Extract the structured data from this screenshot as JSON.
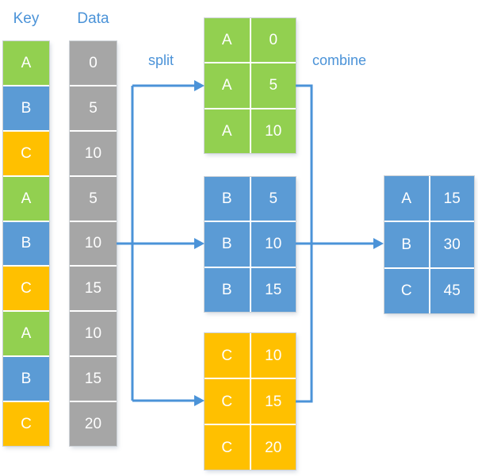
{
  "labels": {
    "key_header": "Key",
    "data_header": "Data",
    "split": "split",
    "combine": "combine"
  },
  "key_column": [
    "A",
    "B",
    "C",
    "A",
    "B",
    "C",
    "A",
    "B",
    "C"
  ],
  "data_column": [
    "0",
    "5",
    "10",
    "5",
    "10",
    "15",
    "10",
    "15",
    "20"
  ],
  "groups": [
    {
      "name": "group-a",
      "color": "#92d050",
      "rows": [
        [
          "A",
          "0"
        ],
        [
          "A",
          "5"
        ],
        [
          "A",
          "10"
        ]
      ]
    },
    {
      "name": "group-b",
      "color": "#5b9bd5",
      "rows": [
        [
          "B",
          "5"
        ],
        [
          "B",
          "10"
        ],
        [
          "B",
          "15"
        ]
      ]
    },
    {
      "name": "group-c",
      "color": "#ffc000",
      "rows": [
        [
          "C",
          "10"
        ],
        [
          "C",
          "15"
        ],
        [
          "C",
          "20"
        ]
      ]
    }
  ],
  "combined": {
    "color": "#5b9bd5",
    "rows": [
      [
        "A",
        "15"
      ],
      [
        "B",
        "30"
      ],
      [
        "C",
        "45"
      ]
    ]
  },
  "colors": {
    "accent": "#4b93d8",
    "green": "#92d050",
    "blue": "#5b9bd5",
    "orange": "#ffc000",
    "gray": "#a6a6a6",
    "cell_text": "#ffffff"
  }
}
